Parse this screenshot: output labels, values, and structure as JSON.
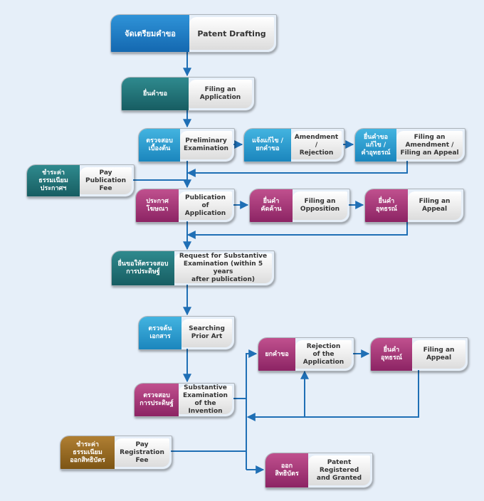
{
  "nodes": {
    "drafting": {
      "th": "จัดเตรียมคำขอ",
      "en": "Patent Drafting"
    },
    "filing": {
      "th": "ยื่นคำขอ",
      "en": "Filing an\nApplication"
    },
    "prelim": {
      "th": "ตรวจสอบ\nเบื้องต้น",
      "en": "Preliminary\nExamination"
    },
    "amendment": {
      "th": "แจ้งแก้ไข /\nยกคำขอ",
      "en": "Amendment /\nRejection"
    },
    "amend_appeal": {
      "th": "ยื่นคำขอ\nแก้ไข /\nคำอุทธรณ์",
      "en": "Filing an\nAmendment /\nFiling an Appeal"
    },
    "pay_pub": {
      "th": "ชำระค่า\nธรรมเนียม\nประกาศฯ",
      "en": "Pay\nPublication\nFee"
    },
    "publication": {
      "th": "ประกาศ\nโฆษณา",
      "en": "Publication of\nApplication"
    },
    "opposition": {
      "th": "ยื่นคำ\nคัดค้าน",
      "en": "Filing an\nOpposition"
    },
    "appeal1": {
      "th": "ยื่นคำ\nอุทธรณ์",
      "en": "Filing an\nAppeal"
    },
    "request": {
      "th": "ยื่นขอให้ตรวจสอบ\nการประดิษฐ์",
      "en": "Request for Substantive\nExamination (within 5 years\nafter publication)"
    },
    "searching": {
      "th": "ตรวจค้น\nเอกสาร",
      "en": "Searching\nPrior Art"
    },
    "substantive": {
      "th": "ตรวจสอบ\nการประดิษฐ์",
      "en": "Substantive\nExamination\nof the Invention"
    },
    "rejection": {
      "th": "ยกคำขอ",
      "en": "Rejection\nof the\nApplication"
    },
    "appeal2": {
      "th": "ยื่นคำ\nอุทธรณ์",
      "en": "Filing an\nAppeal"
    },
    "pay_reg": {
      "th": "ชำระค่า\nธรรมเนียม\nออกสิทธิบัตร",
      "en": "Pay\nRegistration\nFee"
    },
    "granted": {
      "th": "ออก\nสิทธิบัตร",
      "en": "Patent\nRegistered\nand Granted"
    }
  },
  "colors": {
    "blue": "#1e7fc8",
    "teal": "#226e73",
    "pink": "#a83a7a",
    "brown": "#9a6a22",
    "arrow": "#1f6fb5",
    "background": "#e6eff9"
  }
}
